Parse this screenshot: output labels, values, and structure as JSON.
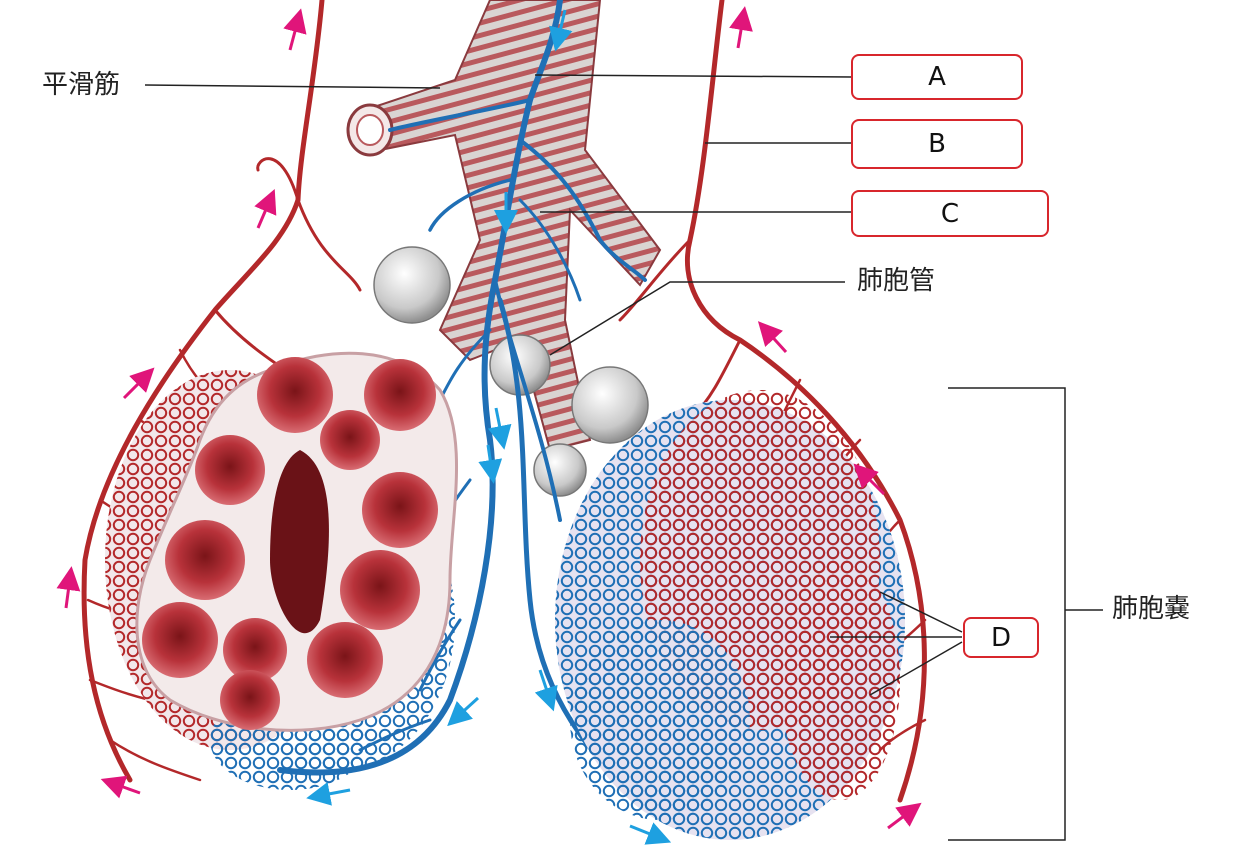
{
  "labels": {
    "smooth_muscle": "平滑筋",
    "alveolar_duct": "肺胞管",
    "alveolar_sac": "肺胞嚢"
  },
  "answer_boxes": {
    "a": "A",
    "b": "B",
    "c": "C",
    "d": "D"
  },
  "colors": {
    "artery_red": "#b3282a",
    "vein_blue": "#1f6fb5",
    "bronchiole_pink": "#c9767a",
    "alveolus_inner": "#b8323a",
    "arrow_magenta": "#e0157a",
    "arrow_cyan": "#1ea0e0",
    "box_border": "#d8262c"
  }
}
